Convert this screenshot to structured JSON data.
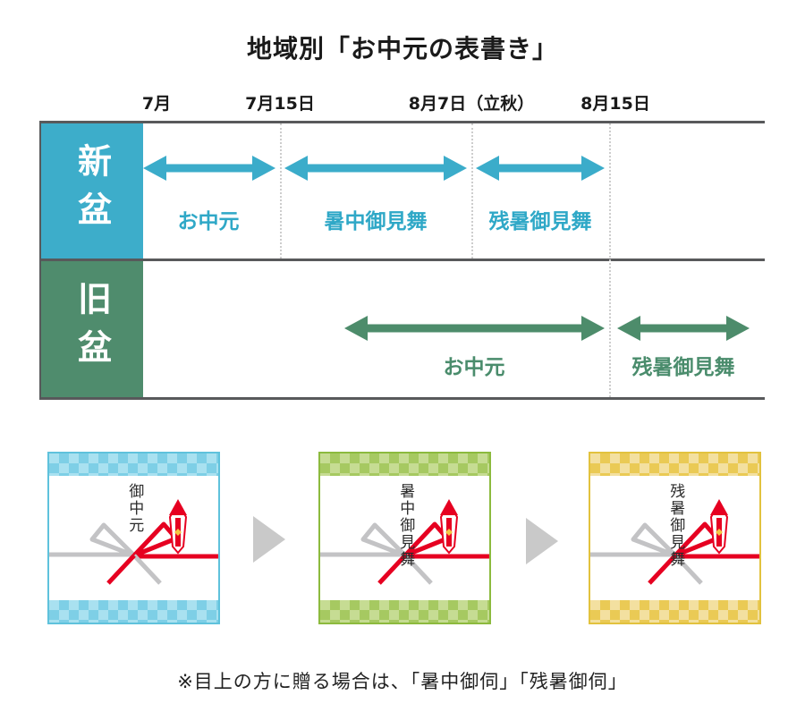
{
  "title": "地域別「お中元の表書き」",
  "axis": {
    "labels": [
      {
        "text": "7月"
      },
      {
        "text": "7月15日"
      },
      {
        "text": "8月7日（立秋）"
      },
      {
        "text": "8月15日"
      }
    ]
  },
  "rows": [
    {
      "name": "新盆",
      "color": "#3dadca",
      "arrows": [
        {
          "label": "お中元",
          "from": "7月",
          "to": "7月15日"
        },
        {
          "label": "暑中御見舞",
          "from": "7月15日",
          "to": "8月7日（立秋）"
        },
        {
          "label": "残暑御見舞",
          "from": "8月7日（立秋）",
          "to": "8月15日"
        }
      ]
    },
    {
      "name": "旧盆",
      "color": "#4f8c6d",
      "arrows": [
        {
          "label": "お中元",
          "to": "8月15日"
        },
        {
          "label": "残暑御見舞",
          "from": "8月15日"
        }
      ]
    }
  ],
  "envelopes": [
    {
      "label": "御中元",
      "theme": "blue",
      "border_color": "#5fc2dc"
    },
    {
      "label": "暑中御見舞",
      "theme": "green",
      "border_color": "#8cba3e"
    },
    {
      "label": "残暑御見舞",
      "theme": "gold",
      "border_color": "#e2c23e"
    }
  ],
  "note": "※目上の方に贈る場合は、「暑中御伺」「残暑御伺」",
  "colors": {
    "new_bon_accent": "#3bacca",
    "old_bon_accent": "#4d8c6b",
    "frame_line": "#58595b",
    "grid_dotted": "#cdcdcd",
    "next_triangle": "#c9c9c9",
    "ribbon_red": "#e60021",
    "ribbon_gray": "#c3c3c5"
  }
}
